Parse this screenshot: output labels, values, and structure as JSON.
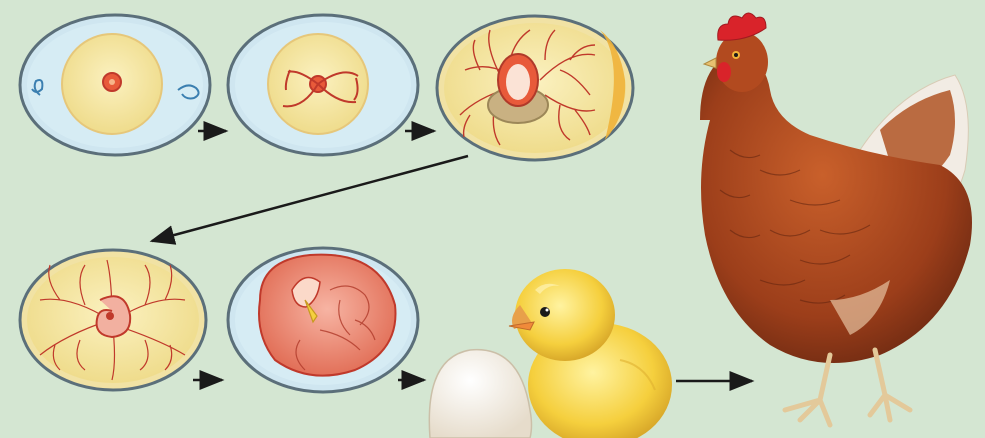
{
  "diagram": {
    "background_color": "#d4e6d2",
    "stages": [
      {
        "name": "fertilized-egg-germinal-disc"
      },
      {
        "name": "early-blood-vessels"
      },
      {
        "name": "embryo-with-amnion"
      },
      {
        "name": "curled-embryo"
      },
      {
        "name": "late-embryo-chick"
      },
      {
        "name": "hatching-chick"
      },
      {
        "name": "adult-hen"
      }
    ],
    "arrow_color": "#1a1a1a",
    "vessel_color": "#c0392b",
    "yolk_color": "#f7e9a6",
    "shell_color": "#5b6f7a",
    "white_color": "#d6ecf4",
    "chick_color": "#f6d24a",
    "hen_color": "#a8461f"
  }
}
